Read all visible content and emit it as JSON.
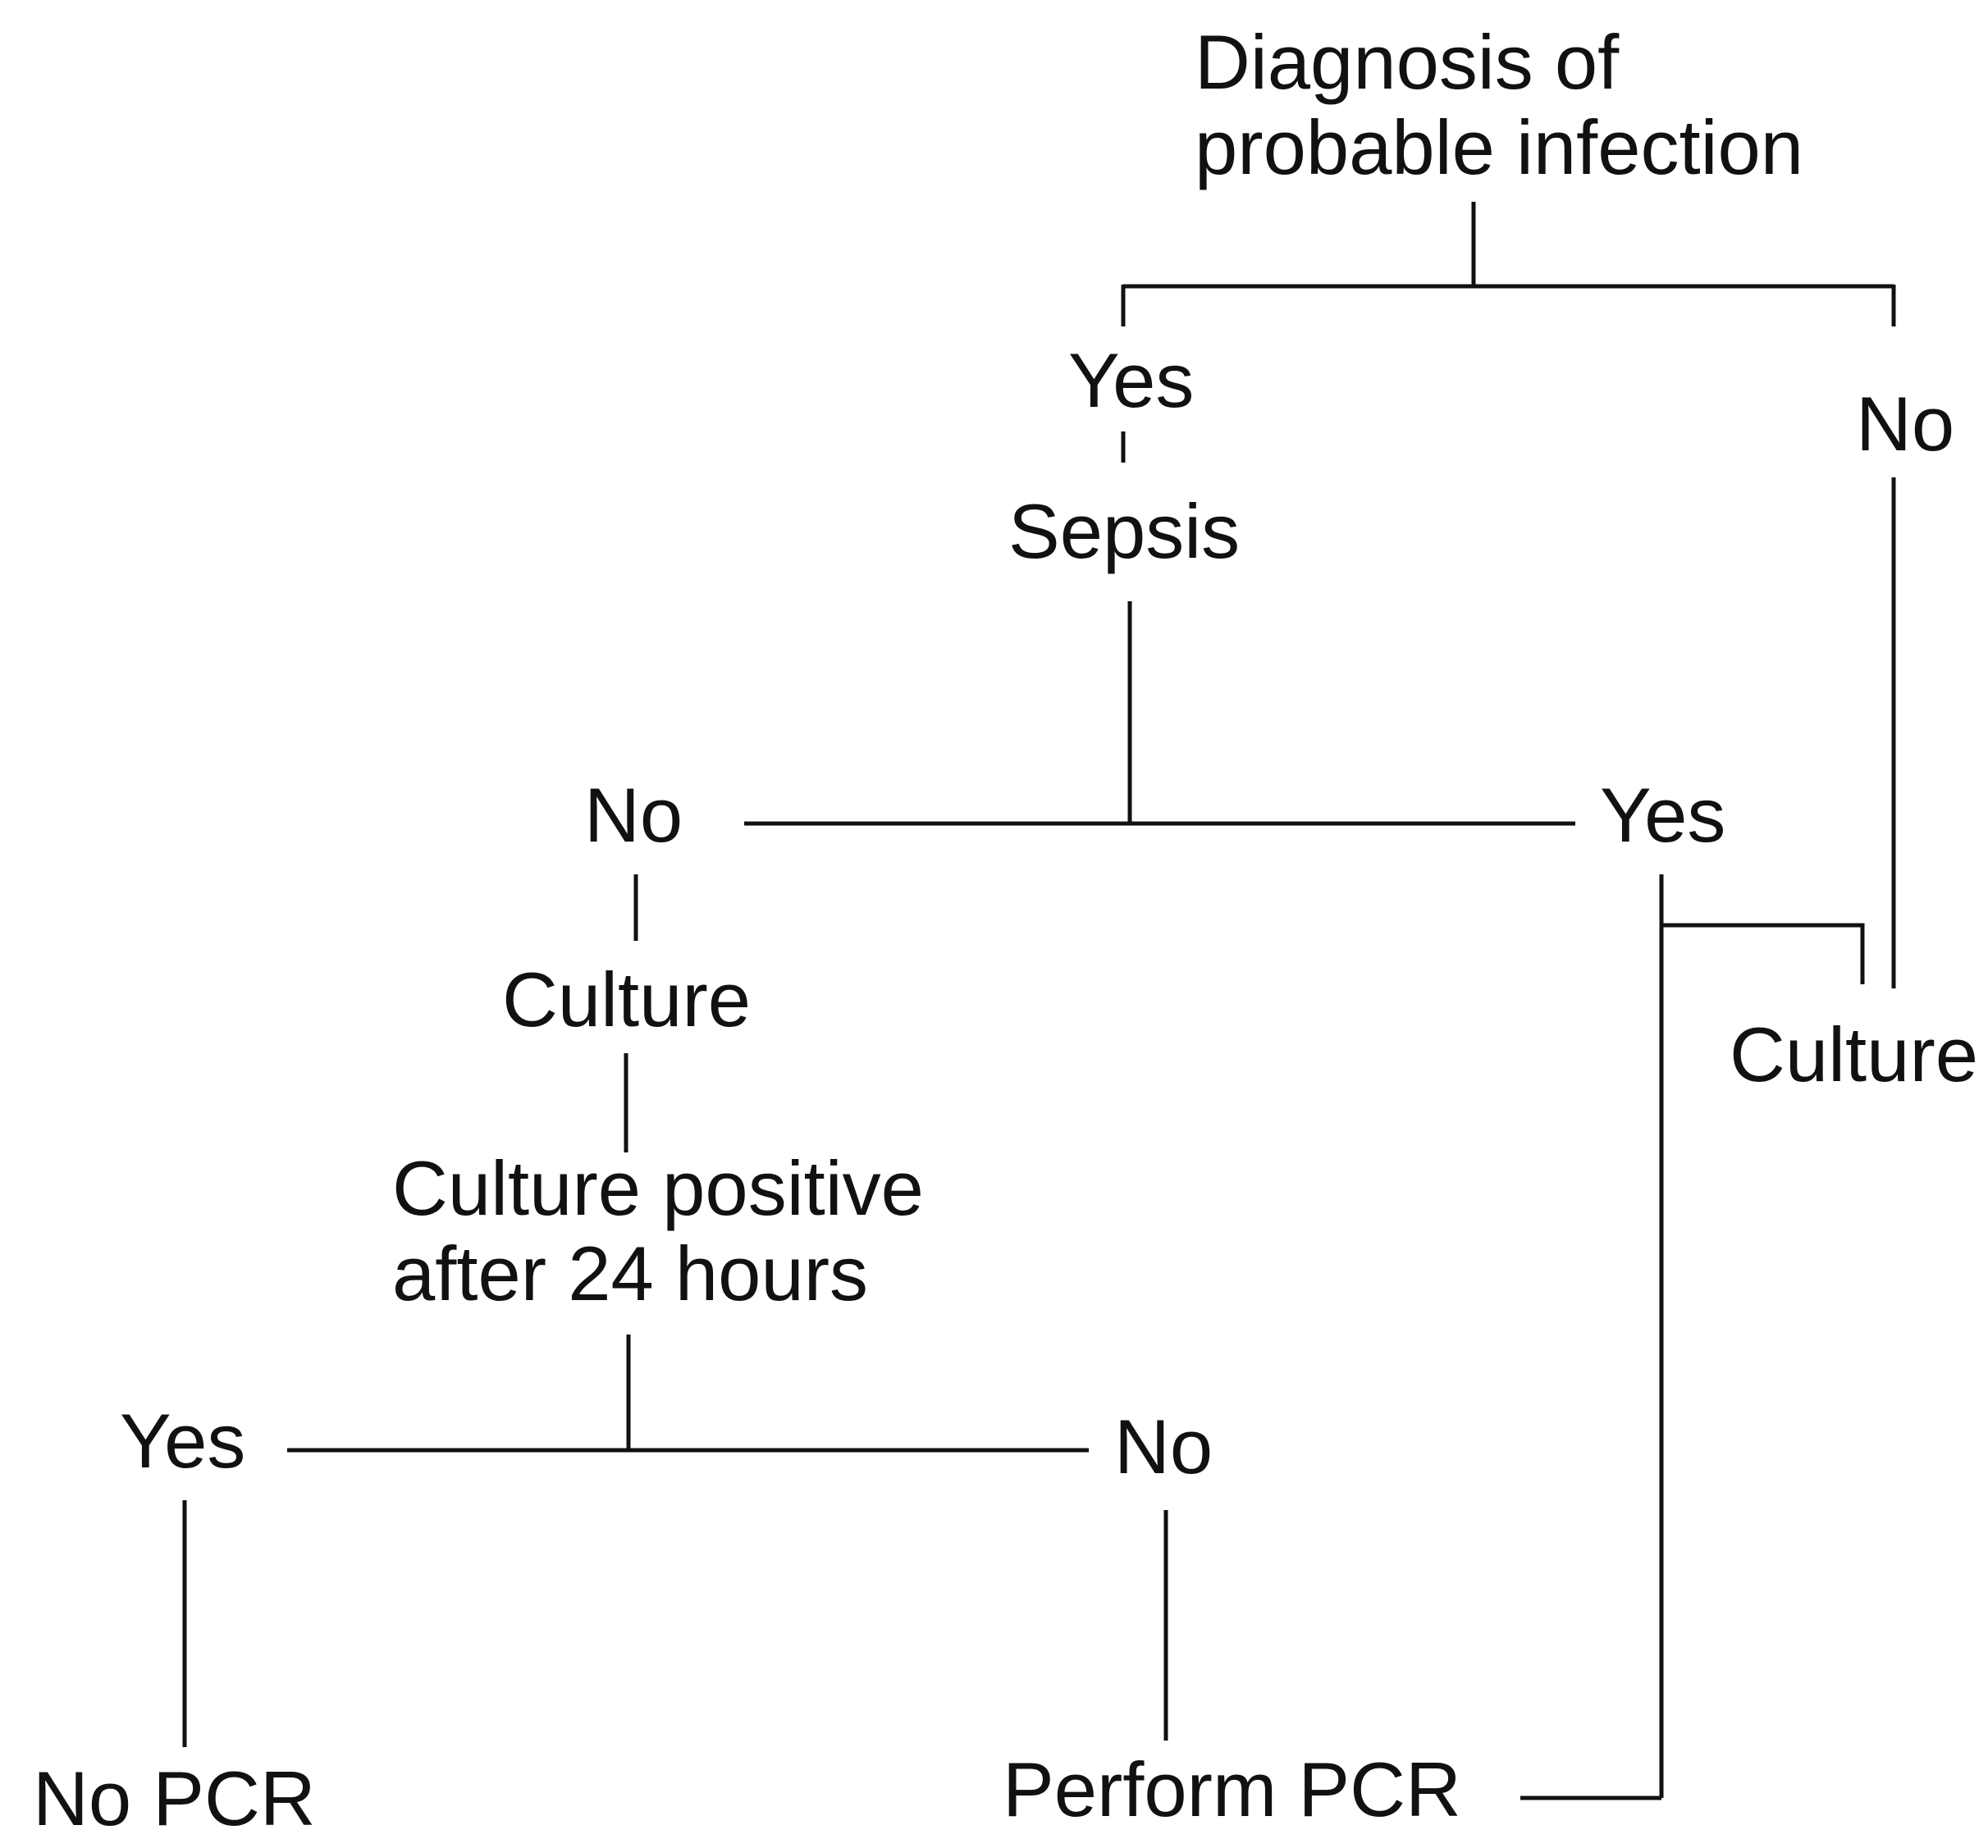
{
  "nodes": {
    "diagnosis_line1": "Diagnosis of",
    "diagnosis_line2": "probable infection",
    "diagnosis_yes": "Yes",
    "diagnosis_no": "No",
    "sepsis": "Sepsis",
    "sepsis_no": "No",
    "sepsis_yes": "Yes",
    "culture_left": "Culture",
    "culture_right": "Culture",
    "culture_positive_line1": "Culture positive",
    "culture_positive_line2": "after 24 hours",
    "positive_yes": "Yes",
    "positive_no": "No",
    "no_pcr": "No PCR",
    "perform_pcr": "Perform PCR"
  }
}
